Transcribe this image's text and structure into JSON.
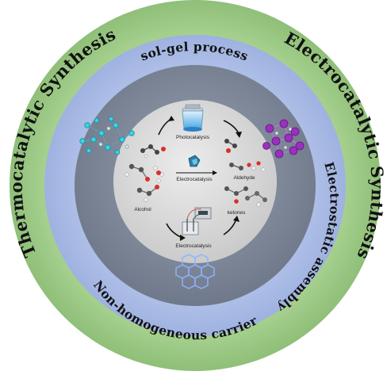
{
  "outer_ring": {
    "left_label": "Thermocatalytic Synthesis",
    "right_label": "Electrocatalytic Synthesis",
    "color": "#a6cf8e"
  },
  "middle_ring": {
    "top_label": "sol-gel process",
    "right_label": "Electrostatic assembly",
    "bottom_label": "Non-homogeneous carrier",
    "color": "#aebfe6"
  },
  "inner_ring": {
    "color": "#7c8798"
  },
  "center": {
    "color": "#d9d9d9",
    "labels": {
      "photocatalysis": "Photocatalysis",
      "electrocatalysis_bottom": "Electrocatalysis",
      "electrocatalysis_center": "Electrocatalysis",
      "alcohol": "Alcohol",
      "aldehyde": "Aldehyde",
      "ketones": "ketones"
    }
  },
  "icons": [
    "cyan-lattice-cluster-icon",
    "purple-lattice-cluster-icon",
    "blue-hexagon-network-icon",
    "photoreactor-icon",
    "electrochemical-cell-icon",
    "catalyst-crystal-icon",
    "molecule-icon"
  ]
}
